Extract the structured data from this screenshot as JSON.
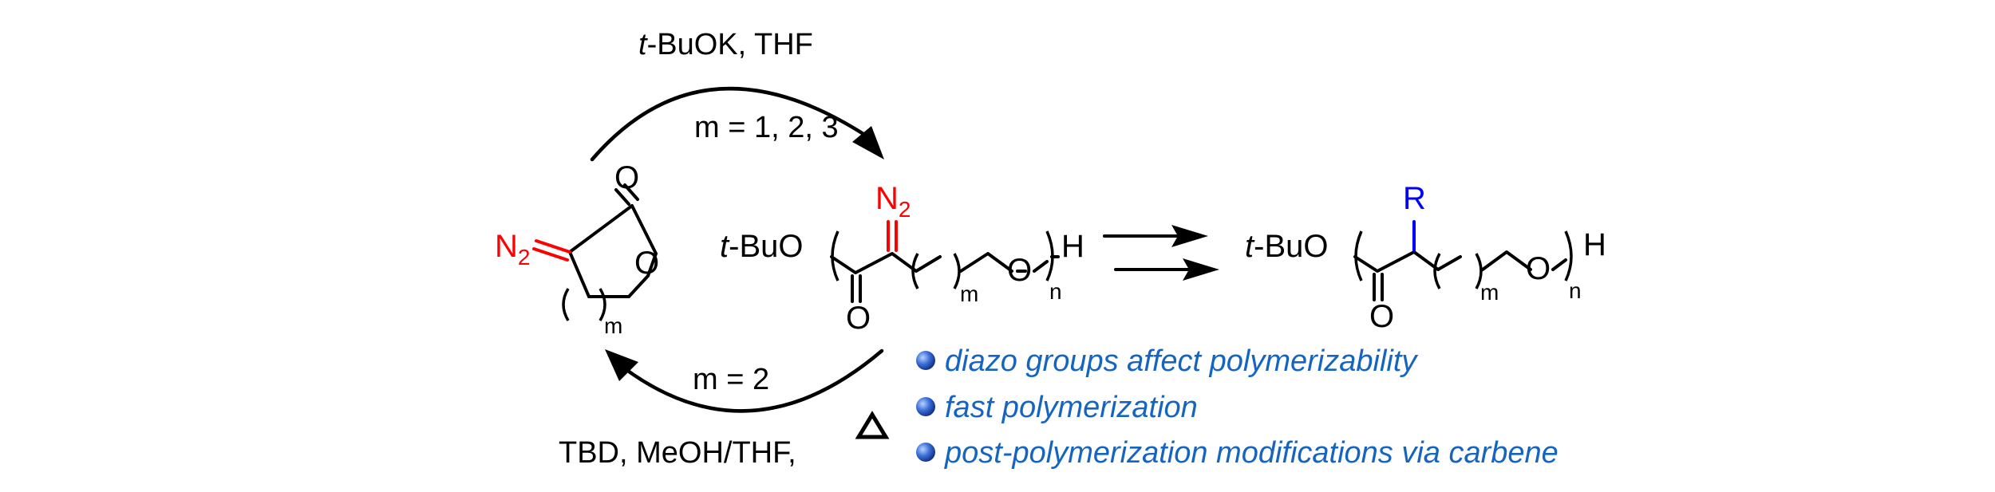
{
  "reaction_top": {
    "reagent_prefix": "t",
    "reagent_rest": "-BuOK, THF",
    "condition": "m = 1, 2, 3"
  },
  "reaction_bottom": {
    "condition": "m = 2",
    "reagents": "TBD, MeOH/THF,"
  },
  "monomer": {
    "carbonyl_O": "O",
    "ring_O": "O",
    "diazo_N": "N",
    "diazo_sub": "2",
    "repeat_sub": "m"
  },
  "polymer1": {
    "endgroup_prefix": "t",
    "endgroup_rest": "-BuO",
    "diazo_N": "N",
    "diazo_sub": "2",
    "carbonyl_O": "O",
    "chain_O": "O",
    "repeat_sub": "m",
    "n_sub": "n",
    "end_H": "H"
  },
  "polymer2": {
    "endgroup_prefix": "t",
    "endgroup_rest": "-BuO",
    "substituent": "R",
    "carbonyl_O": "O",
    "chain_O": "O",
    "repeat_sub": "m",
    "n_sub": "n",
    "end_H": "H"
  },
  "features": [
    "diazo groups affect polymerizability",
    "fast polymerization",
    "post-polymerization modifications via carbene"
  ],
  "colors": {
    "diazo": "#ff0000",
    "substituent": "#0000ff",
    "feature_text": "#1565c0",
    "bullet": "#3a6fd8"
  }
}
